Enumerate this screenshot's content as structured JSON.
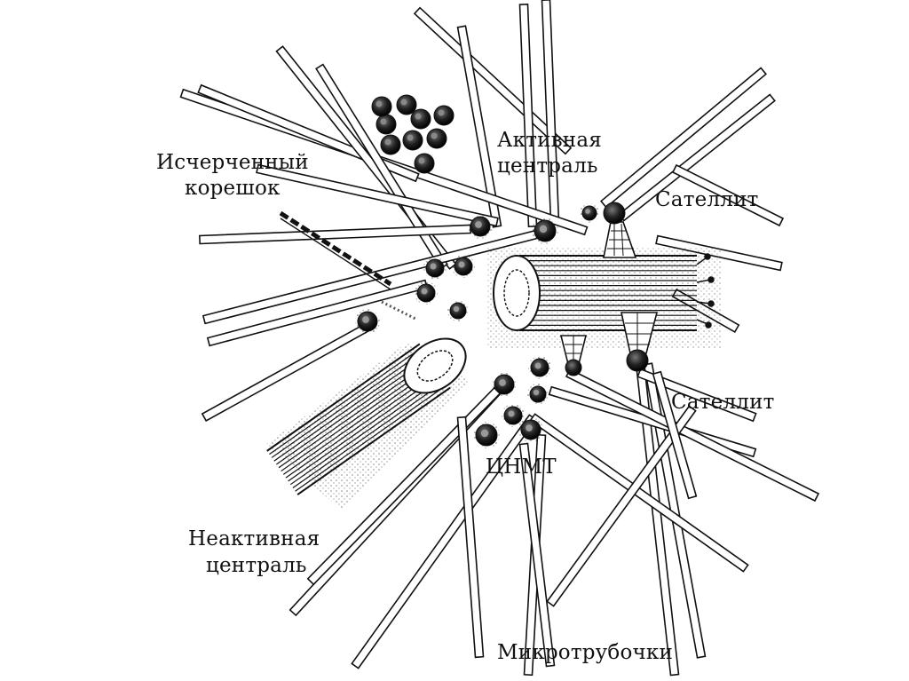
{
  "labels": {
    "rootlet_line1": "Исчерченный",
    "rootlet_line2": "корешок",
    "active_line1": "Активная",
    "active_line2": "централь",
    "satellite_top": "Сателлит",
    "satellite_bottom": "Сателлит",
    "mtoc": "ЦНМТ",
    "inactive_line1": "Неактивная",
    "inactive_line2": "централь",
    "microtubules": "Микротрубочки"
  }
}
